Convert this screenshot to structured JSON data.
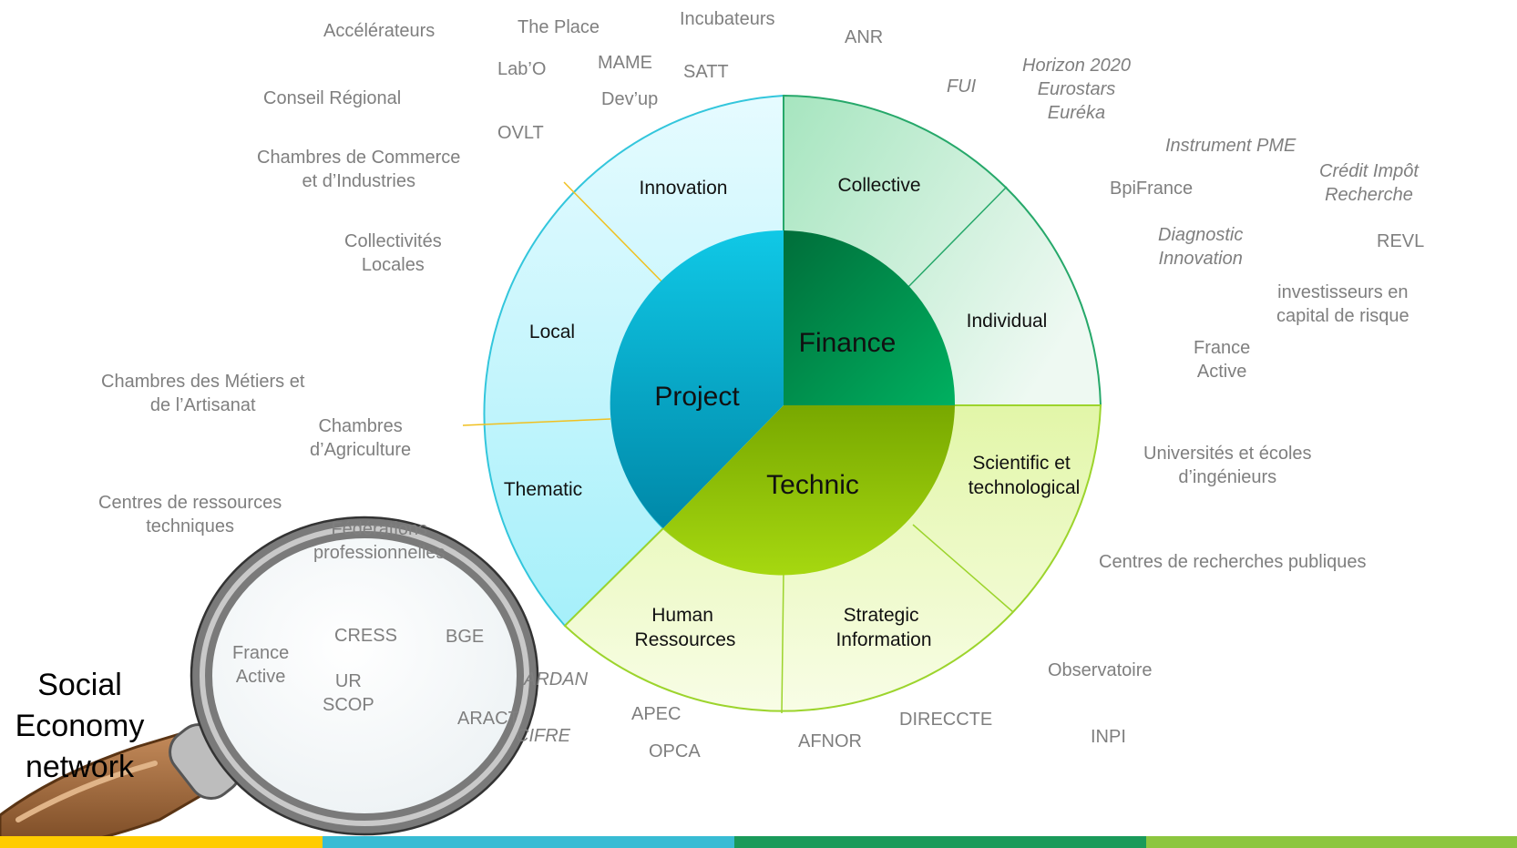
{
  "diagram": {
    "core": {
      "project": "Project",
      "finance": "Finance",
      "technic": "Technic"
    },
    "ring": {
      "innovation": "Innovation",
      "local": "Local",
      "thematic": "Thematic",
      "collective": "Collective",
      "individual": "Individual",
      "scientific": [
        "Scientific  et",
        "technological"
      ],
      "human": [
        "Human",
        "Ressources"
      ],
      "strategic": [
        "Strategic",
        "Information"
      ]
    }
  },
  "actors": {
    "accelerateurs": "Accélérateurs",
    "the_place": "The Place",
    "incubateurs": "Incubateurs",
    "anr": "ANR",
    "labo": "Lab’O",
    "mame": "MAME",
    "satt": "SATT",
    "devup": "Dev’up",
    "conseil_regional": "Conseil Régional",
    "ovlt": "OVLT",
    "cci": [
      "Chambres de Commerce",
      "et d’Industries"
    ],
    "collectivites": [
      "Collectivités",
      "Locales"
    ],
    "metiers": [
      "Chambres des Métiers et",
      "de l’Artisanat"
    ],
    "agriculture": [
      "Chambres",
      "d’Agriculture"
    ],
    "centres_ressources": [
      "Centres de ressources",
      "techniques"
    ],
    "federations": [
      "Fédérations",
      "professionnelles"
    ],
    "fui": "FUI",
    "horizon": [
      "Horizon 2020",
      "Eurostars",
      "Euréka"
    ],
    "instrument_pme": "Instrument PME",
    "bpifrance": "BpiFrance",
    "credit_impot": [
      "Crédit Impôt",
      "Recherche"
    ],
    "diagnostic": [
      "Diagnostic",
      "Innovation"
    ],
    "revl": "REVL",
    "investisseurs": [
      "investisseurs en",
      "capital de risque"
    ],
    "france_active": [
      "France",
      "Active"
    ],
    "universites": [
      "Universités et écoles",
      "d’ingénieurs"
    ],
    "centres_recherche": "Centres de recherches publiques",
    "observatoire": "Observatoire",
    "direccte": "DIRECCTE",
    "inpi": "INPI",
    "afnor": "AFNOR",
    "apec": "APEC",
    "opca": "OPCA",
    "ardan": "ARDAN",
    "cifre": "CIFRE",
    "aract": "ARACT"
  },
  "magnifier": {
    "france_active": [
      "France",
      "Active"
    ],
    "cress": "CRESS",
    "bge": "BGE",
    "urscop": [
      "UR",
      "SCOP"
    ]
  },
  "social_economy": [
    "Social",
    "Economy",
    "network"
  ],
  "colors": {
    "project": "#00b8d6",
    "finance": "#009f55",
    "technic": "#8cc400",
    "project_ring": "#b8f0fa",
    "finance_ring": "#b9e8c8",
    "technic_ring": "#ecf8c0",
    "footer": [
      "#ffcc00",
      "#38bcd4",
      "#1a9a5a",
      "#8cc63f"
    ]
  }
}
